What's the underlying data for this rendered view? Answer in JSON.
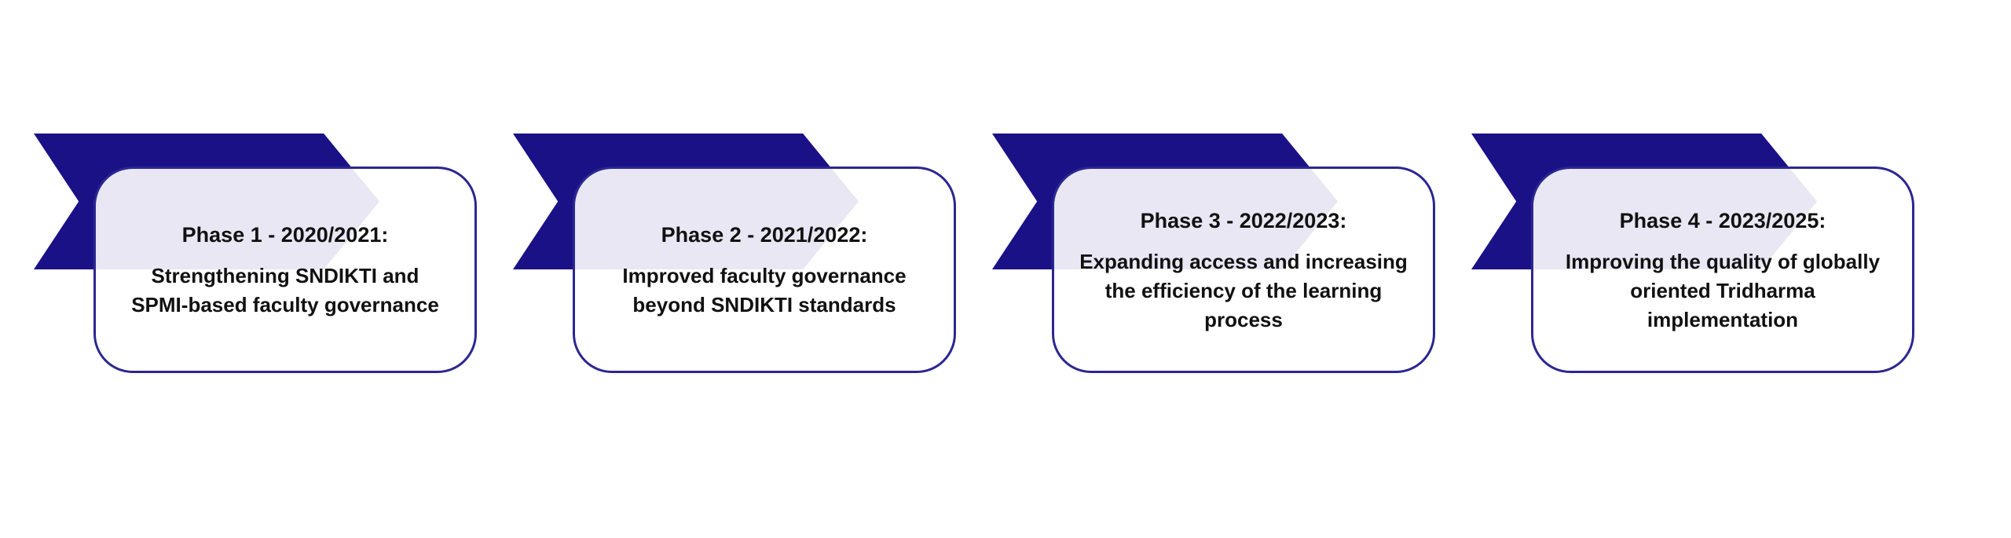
{
  "colors": {
    "banner": "#1a1187",
    "card_border": "#2b2791",
    "card_tinted_overlap": "#e8e7f3",
    "text": "#111111",
    "background": "#ffffff"
  },
  "phases": [
    {
      "title": "Phase 1 - 2020/2021:",
      "description": "Strengthening SNDIKTI and\nSPMI-based faculty governance"
    },
    {
      "title": "Phase 2 - 2021/2022:",
      "description": "Improved faculty governance\nbeyond SNDIKTI standards"
    },
    {
      "title": "Phase 3 - 2022/2023:",
      "description": "Expanding access and increasing\nthe efficiency of the learning\nprocess"
    },
    {
      "title": "Phase 4 - 2023/2025:",
      "description": "Improving the quality of globally\noriented Tridharma\nimplementation"
    }
  ]
}
